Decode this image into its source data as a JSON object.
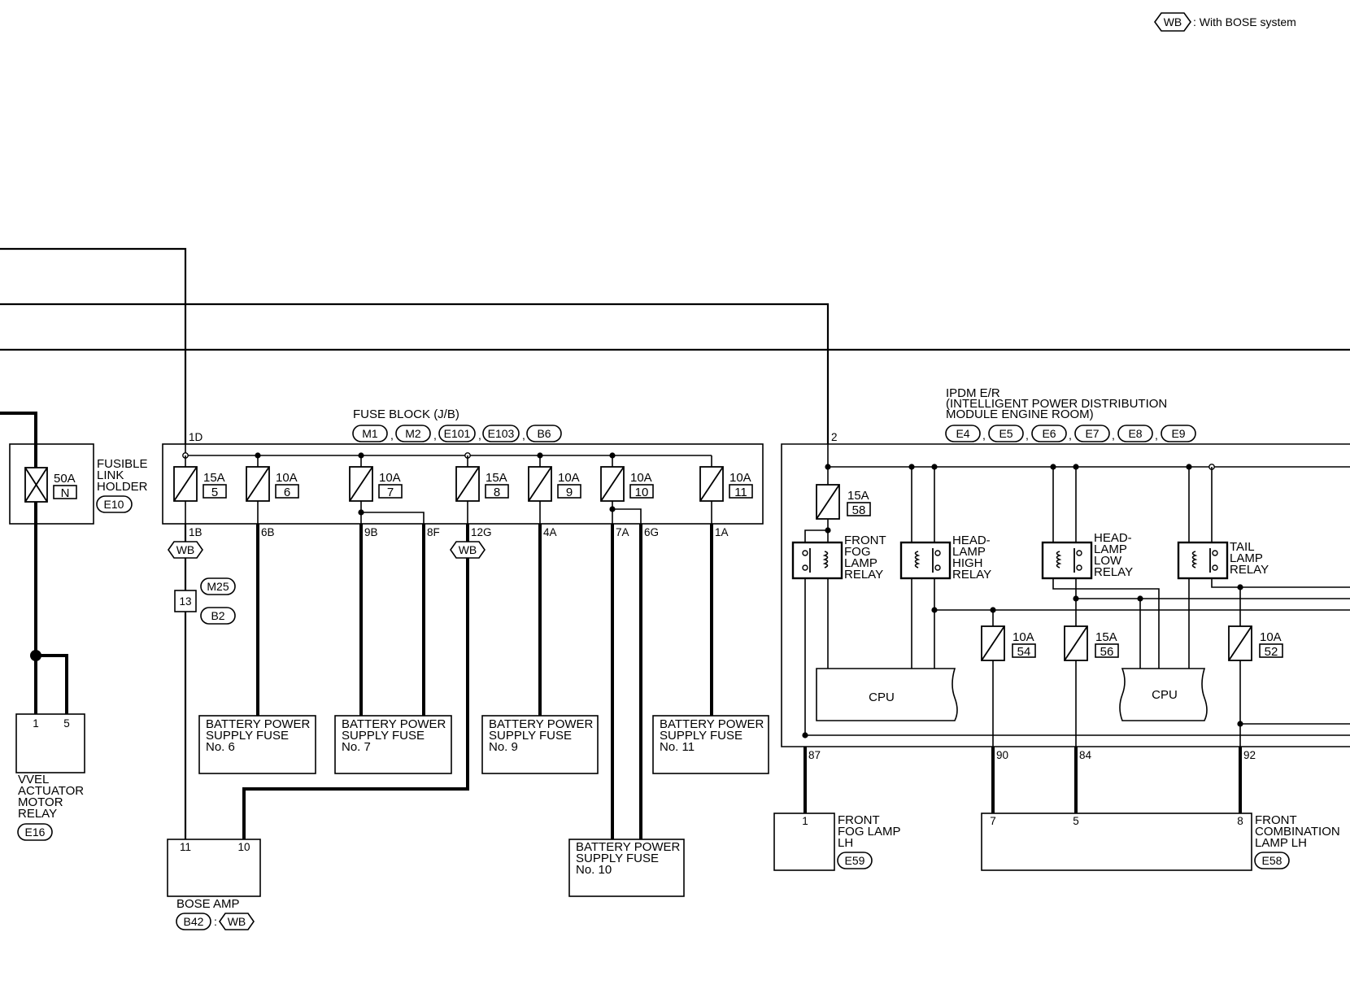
{
  "legend": {
    "tag": "WB",
    "text": ": With BOSE system"
  },
  "fuse_block": {
    "title": "FUSE BLOCK (J/B)",
    "connectors": [
      "M1",
      "M2",
      "E101",
      "E103",
      "B6"
    ],
    "input_pin": "1D",
    "fuses": [
      {
        "rating": "15A",
        "no": "5"
      },
      {
        "rating": "10A",
        "no": "6"
      },
      {
        "rating": "10A",
        "no": "7"
      },
      {
        "rating": "15A",
        "no": "8"
      },
      {
        "rating": "10A",
        "no": "9"
      },
      {
        "rating": "10A",
        "no": "10"
      },
      {
        "rating": "10A",
        "no": "11"
      }
    ],
    "outputs": [
      "1B",
      "6B",
      "9B",
      "8F",
      "12G",
      "4A",
      "7A",
      "6G",
      "1A"
    ]
  },
  "fusible_link": {
    "rating": "50A",
    "letter": "N",
    "label_lines": [
      "FUSIBLE",
      "LINK",
      "HOLDER"
    ],
    "connector": "E10"
  },
  "vvel_relay": {
    "pins": [
      "1",
      "5"
    ],
    "label_lines": [
      "VVEL",
      "ACTUATOR",
      "MOTOR",
      "RELAY"
    ],
    "connector": "E16"
  },
  "wb_marks": [
    "WB",
    "WB"
  ],
  "joint": {
    "pin": "13",
    "connectors": [
      "M25",
      "B2"
    ]
  },
  "bose_amp": {
    "pins": [
      "11",
      "10"
    ],
    "label": "BOSE AMP",
    "connector": "B42",
    "sep": ":",
    "tag": "WB"
  },
  "battery_fuses": [
    {
      "lines": [
        "BATTERY POWER",
        "SUPPLY FUSE",
        "No. 6"
      ]
    },
    {
      "lines": [
        "BATTERY POWER",
        "SUPPLY FUSE",
        "No. 7"
      ]
    },
    {
      "lines": [
        "BATTERY POWER",
        "SUPPLY FUSE",
        "No. 9"
      ]
    },
    {
      "lines": [
        "BATTERY POWER",
        "SUPPLY FUSE",
        "No. 11"
      ]
    },
    {
      "lines": [
        "BATTERY POWER",
        "SUPPLY FUSE",
        "No. 10"
      ]
    }
  ],
  "ipdm": {
    "title_lines": [
      "IPDM E/R",
      "(INTELLIGENT POWER DISTRIBUTION",
      " MODULE ENGINE ROOM)"
    ],
    "connectors": [
      "E4",
      "E5",
      "E6",
      "E7",
      "E8",
      "E9"
    ],
    "input_pin": "2",
    "fuses": [
      {
        "rating": "15A",
        "no": "58"
      },
      {
        "rating": "10A",
        "no": "54"
      },
      {
        "rating": "15A",
        "no": "56"
      },
      {
        "rating": "10A",
        "no": "52"
      }
    ],
    "relays": [
      {
        "lines": [
          "FRONT",
          "FOG",
          "LAMP",
          "RELAY"
        ]
      },
      {
        "lines": [
          "HEAD-",
          "LAMP",
          "HIGH",
          "RELAY"
        ]
      },
      {
        "lines": [
          "HEAD-",
          "LAMP",
          "LOW",
          "RELAY"
        ]
      },
      {
        "lines": [
          "TAIL",
          "LAMP",
          "RELAY"
        ]
      }
    ],
    "cpu_label": "CPU",
    "out_pins": [
      "87",
      "90",
      "84",
      "92"
    ]
  },
  "front_fog_lamp": {
    "pin": "1",
    "label_lines": [
      "FRONT",
      "FOG LAMP",
      "LH"
    ],
    "connector": "E59"
  },
  "front_combo_lamp": {
    "pins": [
      "7",
      "5",
      "8"
    ],
    "label_lines": [
      "FRONT",
      "COMBINATION",
      "LAMP LH"
    ],
    "connector": "E58"
  },
  "comma": ","
}
